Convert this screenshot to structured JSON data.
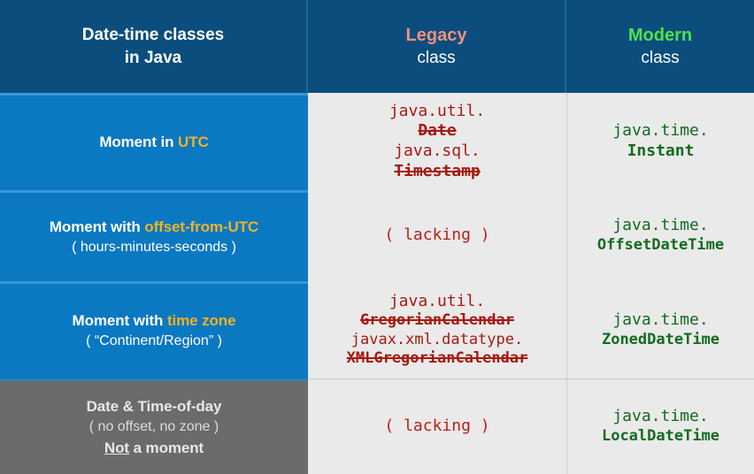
{
  "header": {
    "label_col": {
      "line1": "Date-time classes",
      "line2": "in Java"
    },
    "legacy_col": {
      "word": "Legacy",
      "line2": "class",
      "word_color": "#f49080"
    },
    "modern_col": {
      "word": "Modern",
      "line2": "class",
      "word_color": "#52e04a"
    }
  },
  "colors": {
    "header_bg": "#0b4e7d",
    "label_bg": "#0b78c2",
    "label_bg_gray": "#6b6b6b",
    "cell_bg": "#eaeaea",
    "legacy_text": "#a61b12",
    "modern_text": "#136b20",
    "accent_gold": "#f0b323"
  },
  "rows": [
    {
      "label": {
        "main_prefix": "Moment in ",
        "main_accent": "UTC",
        "sub": ""
      },
      "legacy": [
        {
          "pkg": "java.util.",
          "cls": "Date",
          "struck": true
        },
        {
          "pkg": "java.sql.",
          "cls": "Timestamp",
          "struck": true
        }
      ],
      "modern": [
        {
          "pkg": "java.time.",
          "cls": "Instant"
        }
      ]
    },
    {
      "label": {
        "main_prefix": "Moment with ",
        "main_accent": "offset-from-UTC",
        "sub": "( hours-minutes-seconds )"
      },
      "legacy_lacking": "( lacking )",
      "modern": [
        {
          "pkg": "java.time.",
          "cls": "OffsetDateTime"
        }
      ]
    },
    {
      "label": {
        "main_prefix": "Moment with ",
        "main_accent": "time zone",
        "sub": "( “Continent/Region” )"
      },
      "legacy": [
        {
          "pkg": "java.util.",
          "cls": "GregorianCalendar",
          "struck": true
        },
        {
          "pkg": "javax.xml.datatype.",
          "cls": "XMLGregorianCalendar",
          "struck": true
        }
      ],
      "modern": [
        {
          "pkg": "java.time.",
          "cls": "ZonedDateTime"
        }
      ]
    },
    {
      "label": {
        "line1": "Date & Time-of-day",
        "line2": "( no offset, no zone )",
        "line3_not": "Not",
        "line3_rest": " a moment"
      },
      "legacy_lacking": "( lacking )",
      "modern": [
        {
          "pkg": "java.time.",
          "cls": "LocalDateTime"
        }
      ]
    }
  ]
}
